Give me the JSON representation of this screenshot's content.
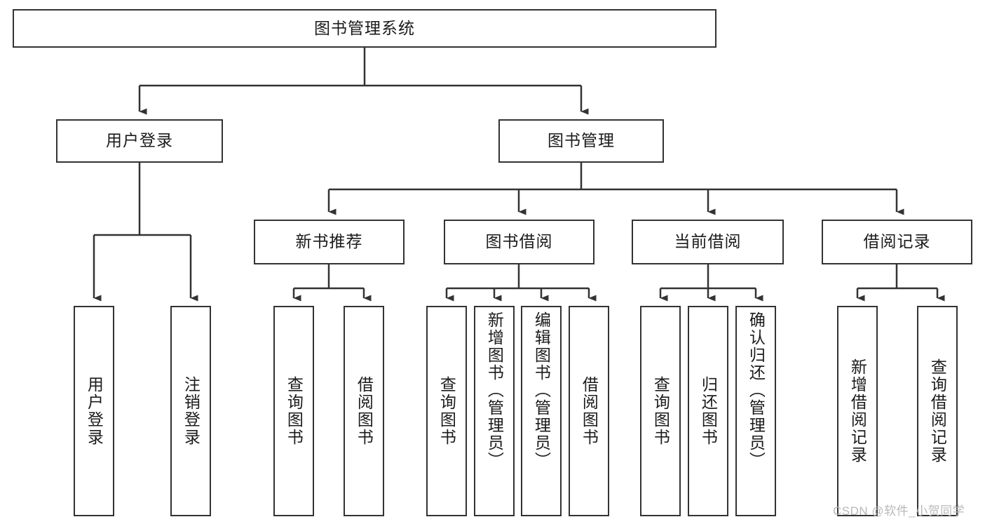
{
  "diagram": {
    "title": "图书管理系统",
    "type": "tree-hierarchy",
    "watermark": "CSDN @软件_小贺同学",
    "colors": {
      "box_border": "#333333",
      "box_fill": "#ffffff",
      "edge": "#333333",
      "text": "#1b1b1b",
      "watermark": "#b9b9b9"
    },
    "root": {
      "label": "图书管理系统"
    },
    "level2": [
      {
        "label": "用户登录"
      },
      {
        "label": "图书管理"
      }
    ],
    "level3": [
      {
        "label": "新书推荐"
      },
      {
        "label": "图书借阅"
      },
      {
        "label": "当前借阅"
      },
      {
        "label": "借阅记录"
      }
    ],
    "leaves": {
      "user_login": [
        {
          "label": "用户登录"
        },
        {
          "label": "注销登录"
        }
      ],
      "new_book_recommend": [
        {
          "label": "查询图书"
        },
        {
          "label": "借阅图书"
        }
      ],
      "book_borrow": [
        {
          "label": "查询图书"
        },
        {
          "label": "新增图书（管理员）"
        },
        {
          "label": "编辑图书（管理员）"
        },
        {
          "label": "借阅图书"
        }
      ],
      "current_borrow": [
        {
          "label": "查询图书"
        },
        {
          "label": "归还图书"
        },
        {
          "label": "确认归还（管理员）"
        }
      ],
      "borrow_record": [
        {
          "label": "新增借阅记录"
        },
        {
          "label": "查询借阅记录"
        }
      ]
    }
  }
}
